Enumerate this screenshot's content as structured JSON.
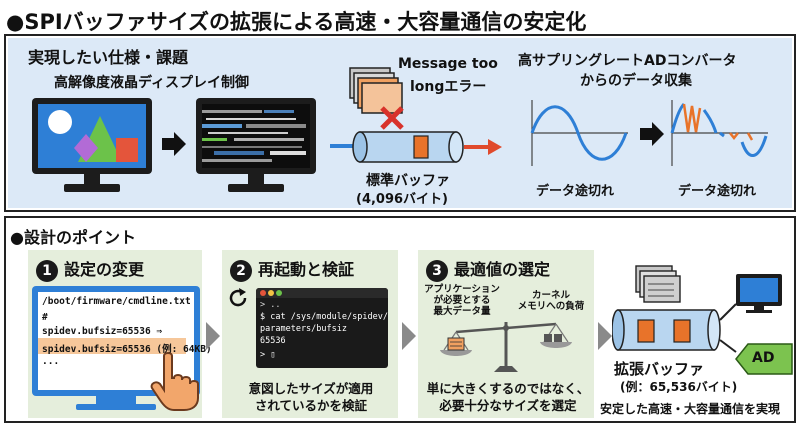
{
  "title": "●SPIバッファサイズの拡張による高速・大容量通信の安定化",
  "top": {
    "heading": "実現したい仕様・課題",
    "lcd_label": "高解像度液晶ディスプレイ制御",
    "error_line1": "Message too",
    "error_line2": "longエラー",
    "buffer_name": "標準バッファ",
    "buffer_size": "(4,096バイト)",
    "adc_line1": "高サプリングレートADコンバータ",
    "adc_line2": "からのデータ収集",
    "loss_left": "データ途切れ",
    "loss_right": "データ途切れ"
  },
  "bottom": {
    "heading": "●設計のポイント",
    "step1": {
      "number": "1",
      "title": "設定の変更",
      "line1": "/boot/firmware/cmdline.txt",
      "line2": "#",
      "line3": "spidev.bufsiz=65536 ⇒",
      "line4": "spidev.bufsiz=65536 (例: 64KB)",
      "line5": "..."
    },
    "step2": {
      "number": "2",
      "title": "再起動と検証",
      "term1": "> ..",
      "term2": "$ cat /sys/module/spidev/",
      "term3": "parameters/bufsiz",
      "term4": "65536",
      "term5": "> ▯",
      "caption1": "意図したサイズが適用",
      "caption2": "されているかを検証"
    },
    "step3": {
      "number": "3",
      "title": "最適値の選定",
      "left1": "アプリケーション",
      "left2": "が必要とする",
      "left3": "最大データ量",
      "right1": "カーネル",
      "right2": "メモリへの負荷",
      "caption1": "単に大きくするのではなく、",
      "caption2": "必要十分なサイズを選定"
    },
    "result": {
      "buffer_name": "拡張バッファ",
      "buffer_size": "(例：65,536バイト)",
      "ad_label": "AD",
      "caption": "安定した高速・大容量通信を実現"
    }
  },
  "colors": {
    "accent_orange": "#e8732a",
    "top_band": "#dce9f7",
    "panel_green": "#e5eedc",
    "monitor_blue": "#2e7fd6",
    "arrow_red": "#e04a2c",
    "pipe_blue": "#b9d6f0",
    "ad_green": "#7cc34f"
  }
}
